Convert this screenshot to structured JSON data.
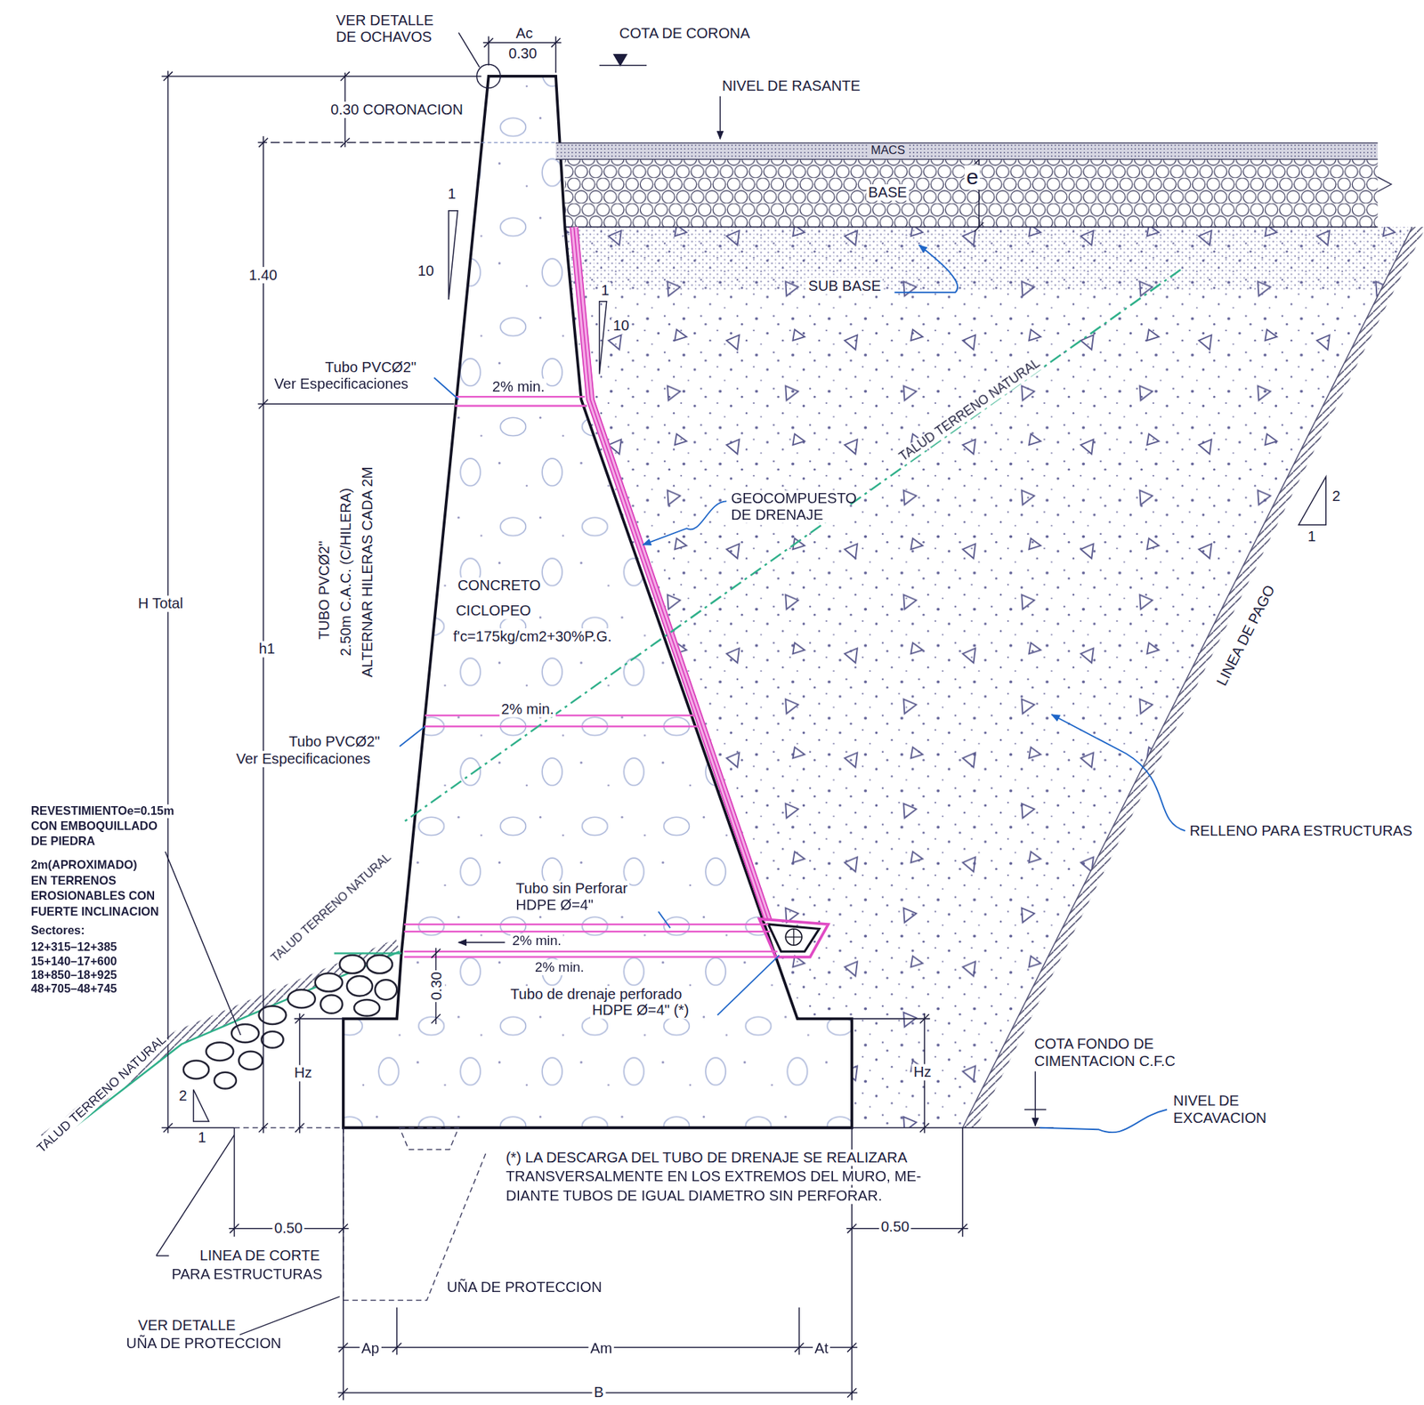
{
  "diagram": {
    "nodes": [
      {
        "text": [
          "MACS"
        ]
      },
      {
        "text": [
          "BASE"
        ]
      }
    ],
    "labels": [
      "VER DETALLE DE OCHAVOS",
      "Ac",
      "0.30",
      "COTA DE CORONA",
      "NIVEL DE RASANTE",
      "0.30 CORONACION",
      "e",
      "1",
      "10",
      "1.40",
      "SUB BASE",
      "1",
      "10",
      "Tubo PVCØ2\"",
      "Ver Especificaciones",
      "2% min.",
      "TUBO PVCØ2\"",
      "2.50m C.A.C. (C/HILERA)",
      "ALTERNAR HILERAS CADA 2M",
      "TALUD TERRENO NATURAL",
      "GEOCOMPUESTO DE DRENAJE",
      "2",
      "1",
      "H Total",
      "h1",
      "CONCRETO",
      "CICLOPEO",
      "f'c=175kg/cm2+30%P.G.",
      "LINEA DE PAGO",
      "2% min.",
      "Tubo PVCØ2\"",
      "Ver Especificaciones",
      "REVESTIMIENTOe=0.15m",
      "CON EMBOQUILLADO",
      "DE PIEDRA",
      "2m(APROXIMADO)",
      "EN TERRENOS",
      "EROSIONABLES CON",
      "FUERTE INCLINACION",
      "Sectores:",
      "12+315–12+385",
      "15+140–17+600",
      "18+850–18+925",
      "48+705–48+745",
      "RELLENO PARA ESTRUCTURAS",
      "TALUD TERRENO NATURAL",
      "Tubo sin Perforar",
      "HDPE Ø=4\"",
      "2% min.",
      "2% min.",
      "0.30",
      "Tubo de drenaje perforado",
      "HDPE Ø=4\" (*)",
      "TALUD TERRENO NATURAL",
      "COTA FONDO DE",
      "CIMENTACION C.F.C",
      "Hz",
      "Hz",
      "2",
      "1",
      "NIVEL DE",
      "EXCAVACION",
      "(*) LA DESCARGA DEL TUBO DE DRENAJE SE REALIZARA",
      "TRANSVERSALMENTE EN LOS EXTREMOS DEL MURO, ME-",
      "DIANTE TUBOS DE IGUAL DIAMETRO SIN PERFORAR.",
      "0.50",
      "0.50",
      "LINEA DE CORTE",
      "PARA ESTRUCTURAS",
      "UÑA DE PROTECCION",
      "VER DETALLE",
      "UÑA DE PROTECCION",
      "Ap",
      "Am",
      "At",
      "B"
    ]
  }
}
